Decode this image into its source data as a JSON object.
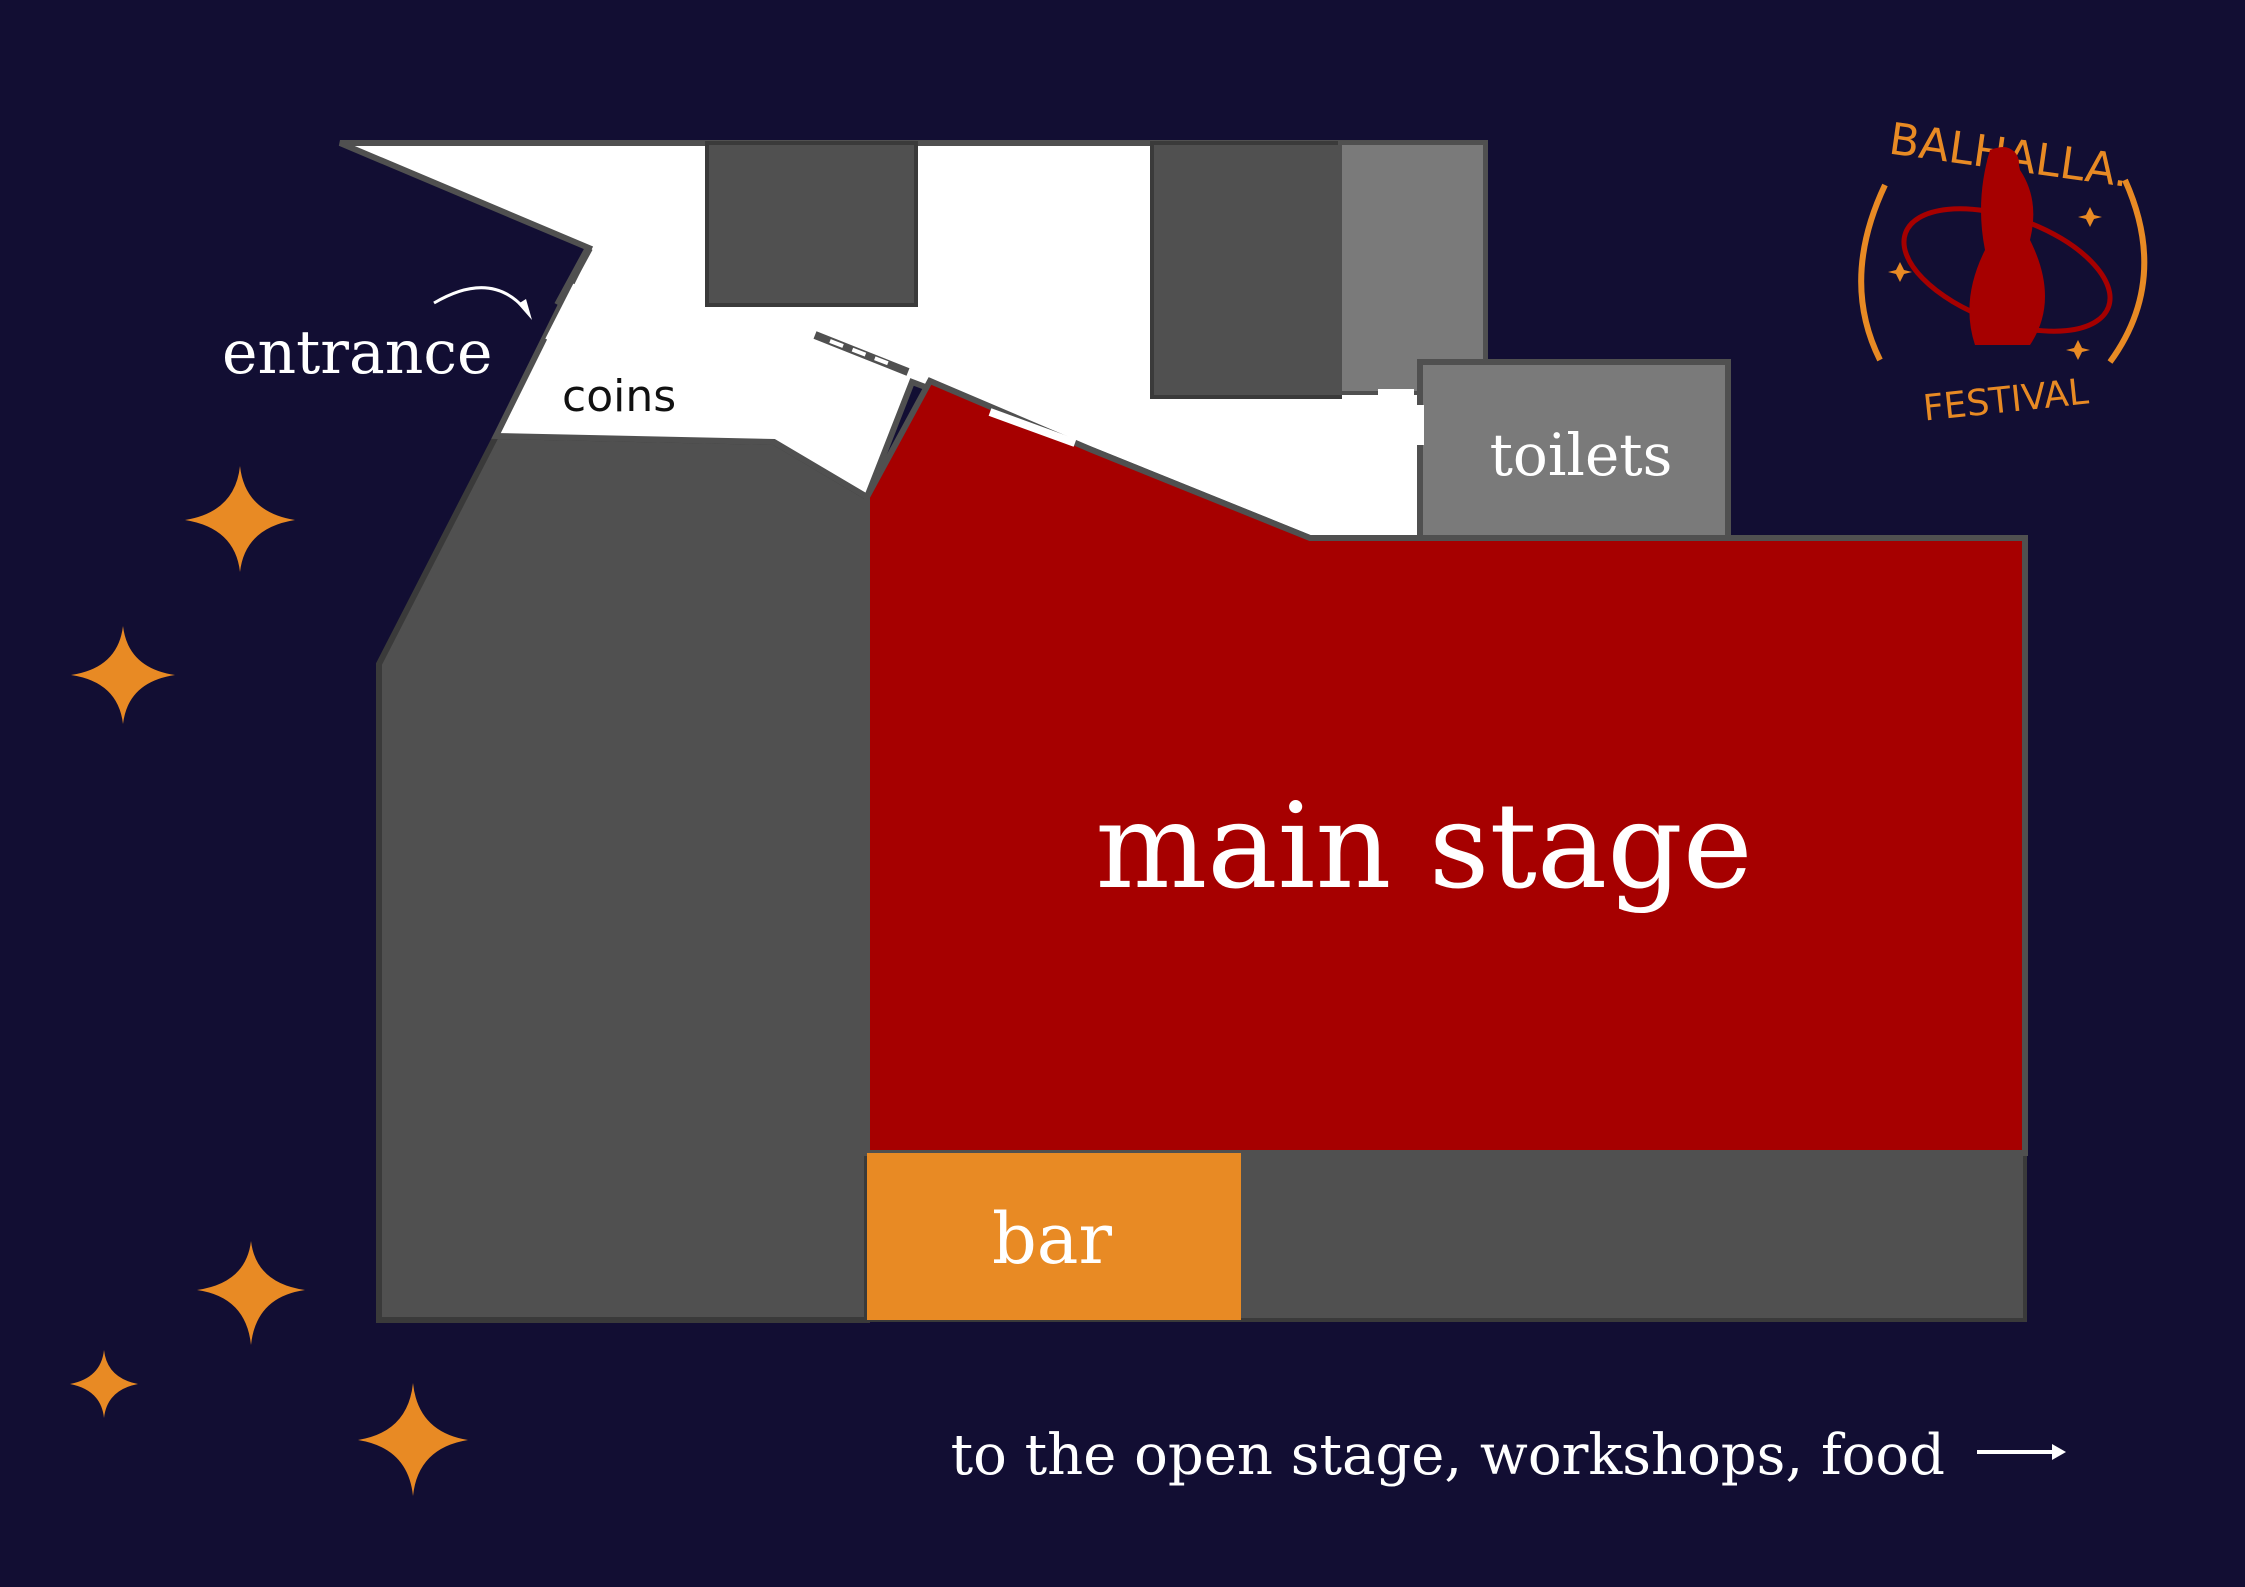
{
  "venue_map": {
    "labels": {
      "entrance": "entrance",
      "coins": "coins",
      "toilets": "toilets",
      "main_stage": "main stage",
      "bar": "bar",
      "directions": "to the open stage, workshops, food"
    },
    "logo": {
      "top": "BALHALLA.",
      "bottom": "FESTIVAL"
    },
    "colors": {
      "background": "#120e33",
      "main_stage": "#a60000",
      "bar": "#e88a24",
      "building": "#505050",
      "toilets": "#7a7a7a",
      "corridor": "#ffffff",
      "stars": "#e88a24"
    },
    "icons": [
      "star-icon",
      "arrow-right-icon",
      "curved-arrow-icon",
      "festival-logo"
    ]
  }
}
